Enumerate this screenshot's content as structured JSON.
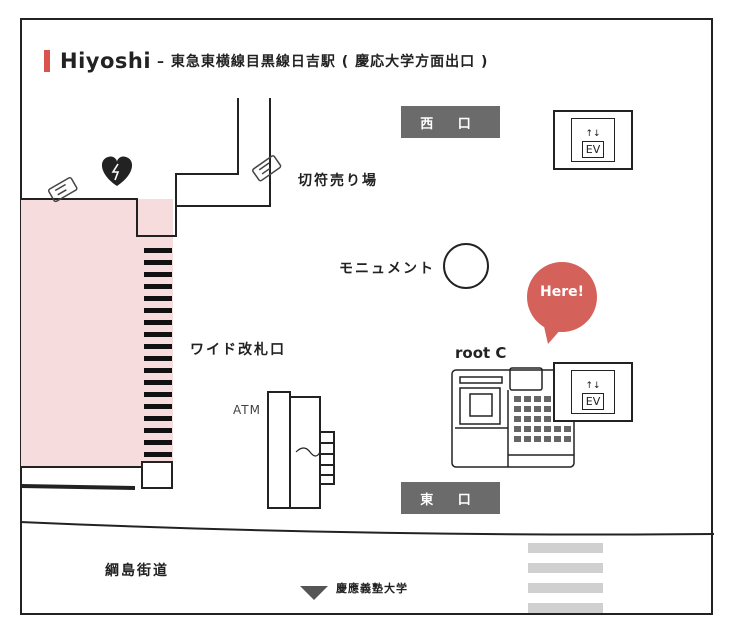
{
  "title": {
    "main": "Hiyoshi",
    "sub": "– 東急東横線目黒線日吉駅 ( 慶応大学方面出口 )"
  },
  "labels": {
    "ticket": "切符売り場",
    "monument": "モニュメント",
    "wide_gate": "ワイド改札口",
    "atm": "ATM",
    "root_c": "root C",
    "road": "綱島街道",
    "keio": "慶應義塾大学",
    "here": "Here!"
  },
  "exits": {
    "west": "西 口",
    "east": "東 口"
  },
  "elevator": {
    "label": "EV",
    "arrows": "↑↓"
  },
  "colors": {
    "accent": "#d9534f",
    "here_bubble": "#d5625a",
    "gate_area": "#f6dcdc",
    "exit_tag": "#6b6b6b",
    "crosswalk": "#d0d0d0",
    "line": "#222222"
  },
  "icons": [
    "heart-aed-icon",
    "ticket-hand-icon",
    "elevator-icon",
    "down-arrow-icon",
    "speech-bubble-icon"
  ]
}
